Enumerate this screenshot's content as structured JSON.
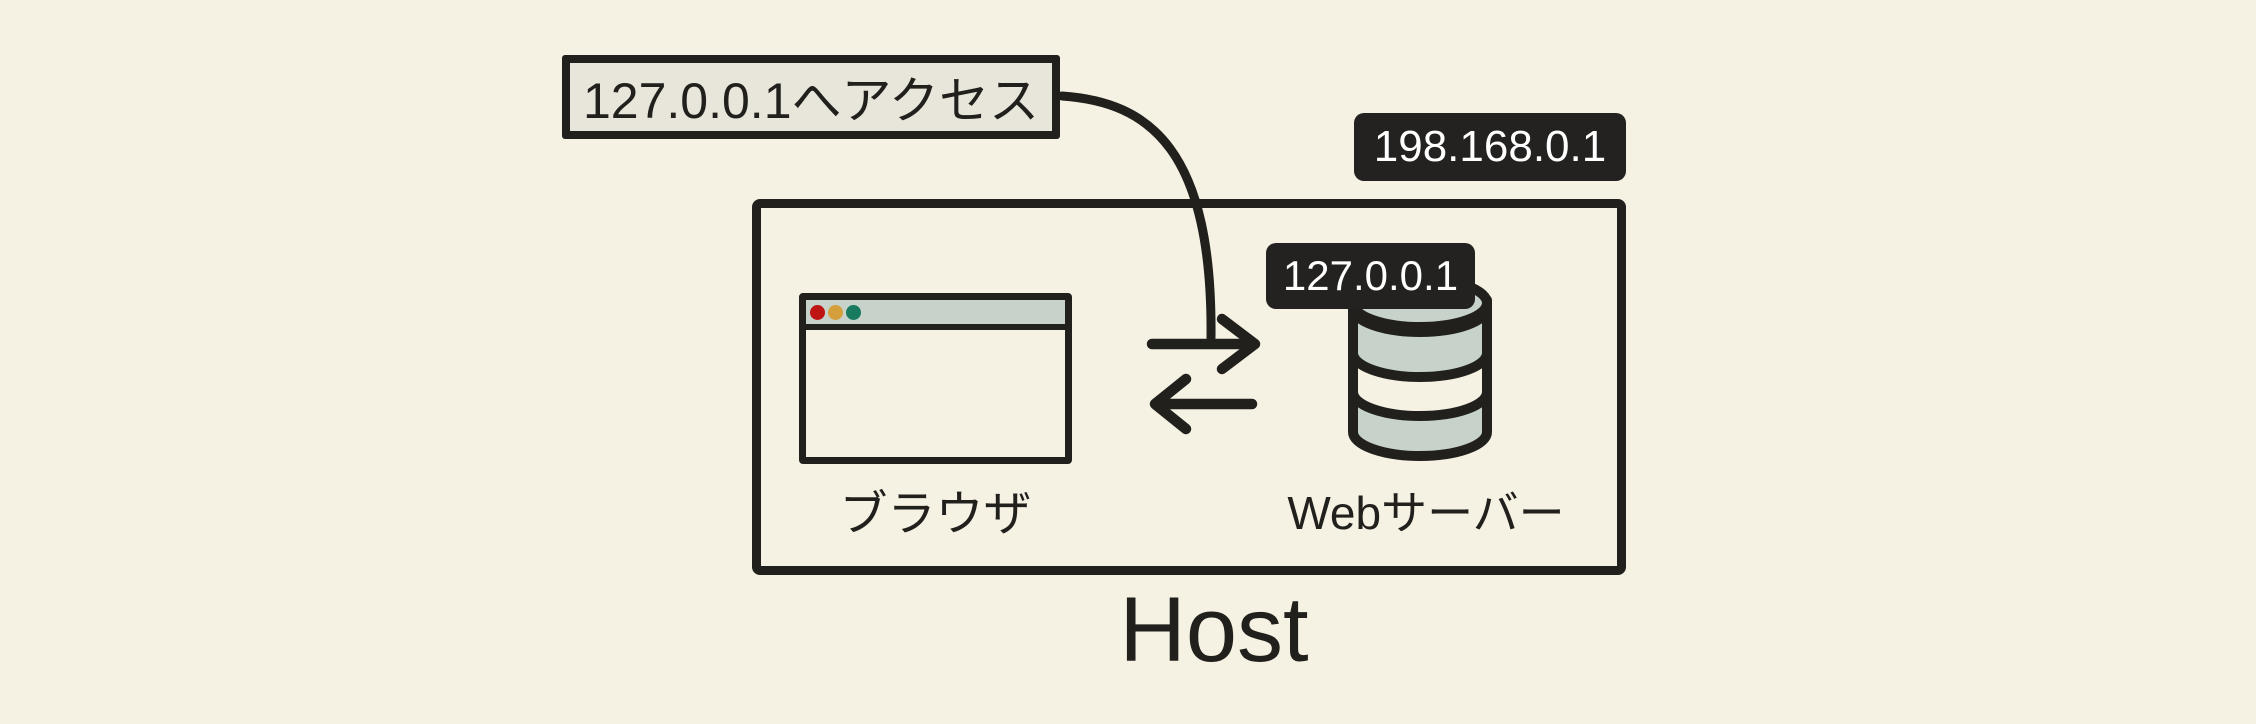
{
  "diagram": {
    "colors": {
      "background": "#F5F2E3",
      "ink": "#21201D",
      "access_label_fill": "#E8E5DA",
      "badge_bg": "#232220",
      "badge_fg": "#FFFFFF",
      "titlebar_fill": "#C6D2CA",
      "cylinder_fill": "#C6D2CA"
    },
    "access_label": {
      "text": "127.0.0.1へアクセス"
    },
    "external_ip_badge": {
      "text": "198.168.0.1"
    },
    "host_box": {
      "label": "Host"
    },
    "browser": {
      "caption": "ブラウザ",
      "traffic_lights": [
        "#BE1414",
        "#D5A03C",
        "#187B5F"
      ]
    },
    "web_server": {
      "caption": "Webサーバー",
      "ip_badge": {
        "text": "127.0.0.1"
      }
    }
  }
}
